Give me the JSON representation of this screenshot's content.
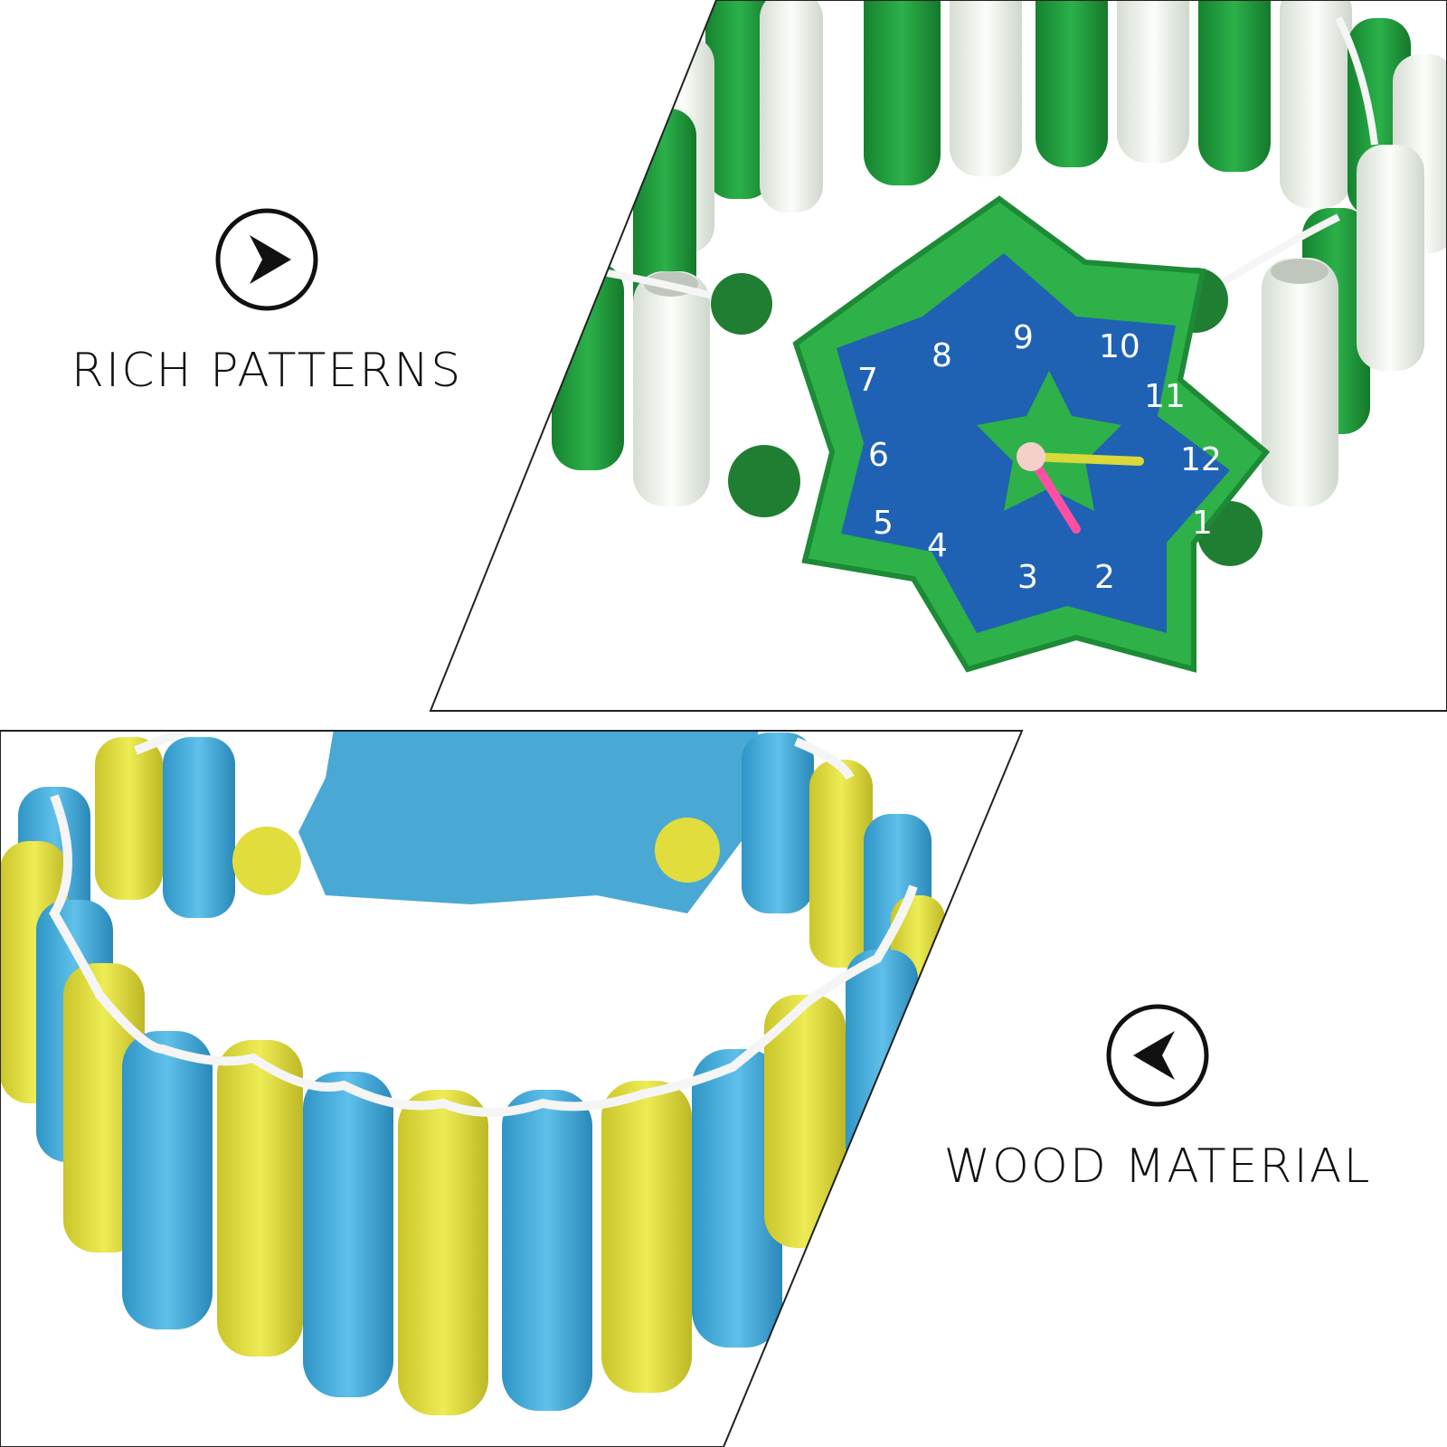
{
  "features": {
    "top": {
      "label": "RICH PATTERNS",
      "icon": "arrow-right-icon"
    },
    "bottom": {
      "label": "WOOD MATERIAL",
      "icon": "arrow-left-icon"
    }
  },
  "clock": {
    "numbers": [
      "12",
      "1",
      "2",
      "3",
      "4",
      "5",
      "6",
      "7",
      "8",
      "9",
      "10",
      "11"
    ]
  },
  "colors": {
    "green_bead": "#1f9d3a",
    "white_bead": "#eef3ec",
    "blue_face": "#1f62b3",
    "blue_bead": "#4fb2de",
    "yellow_bead": "#e4e23f",
    "string": "#f5f5f5",
    "hand_yellow": "#d9d93b",
    "hand_pink": "#ff4fa3"
  }
}
